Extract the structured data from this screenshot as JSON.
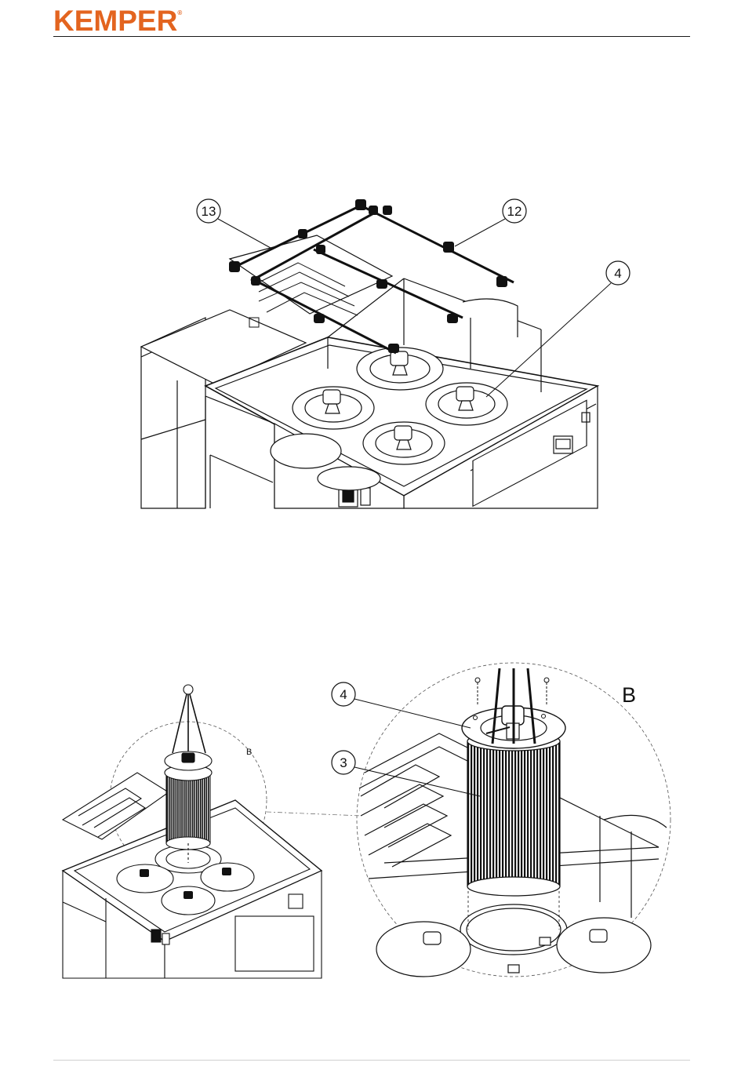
{
  "header": {
    "brand": "KEMPER",
    "registered_mark": "®",
    "brand_color": "#e3641f"
  },
  "figure1": {
    "callouts": [
      "13",
      "12",
      "4"
    ]
  },
  "figure2": {
    "detail_label_small": "B",
    "detail_label_large": "B",
    "callouts": [
      "4",
      "3"
    ]
  }
}
